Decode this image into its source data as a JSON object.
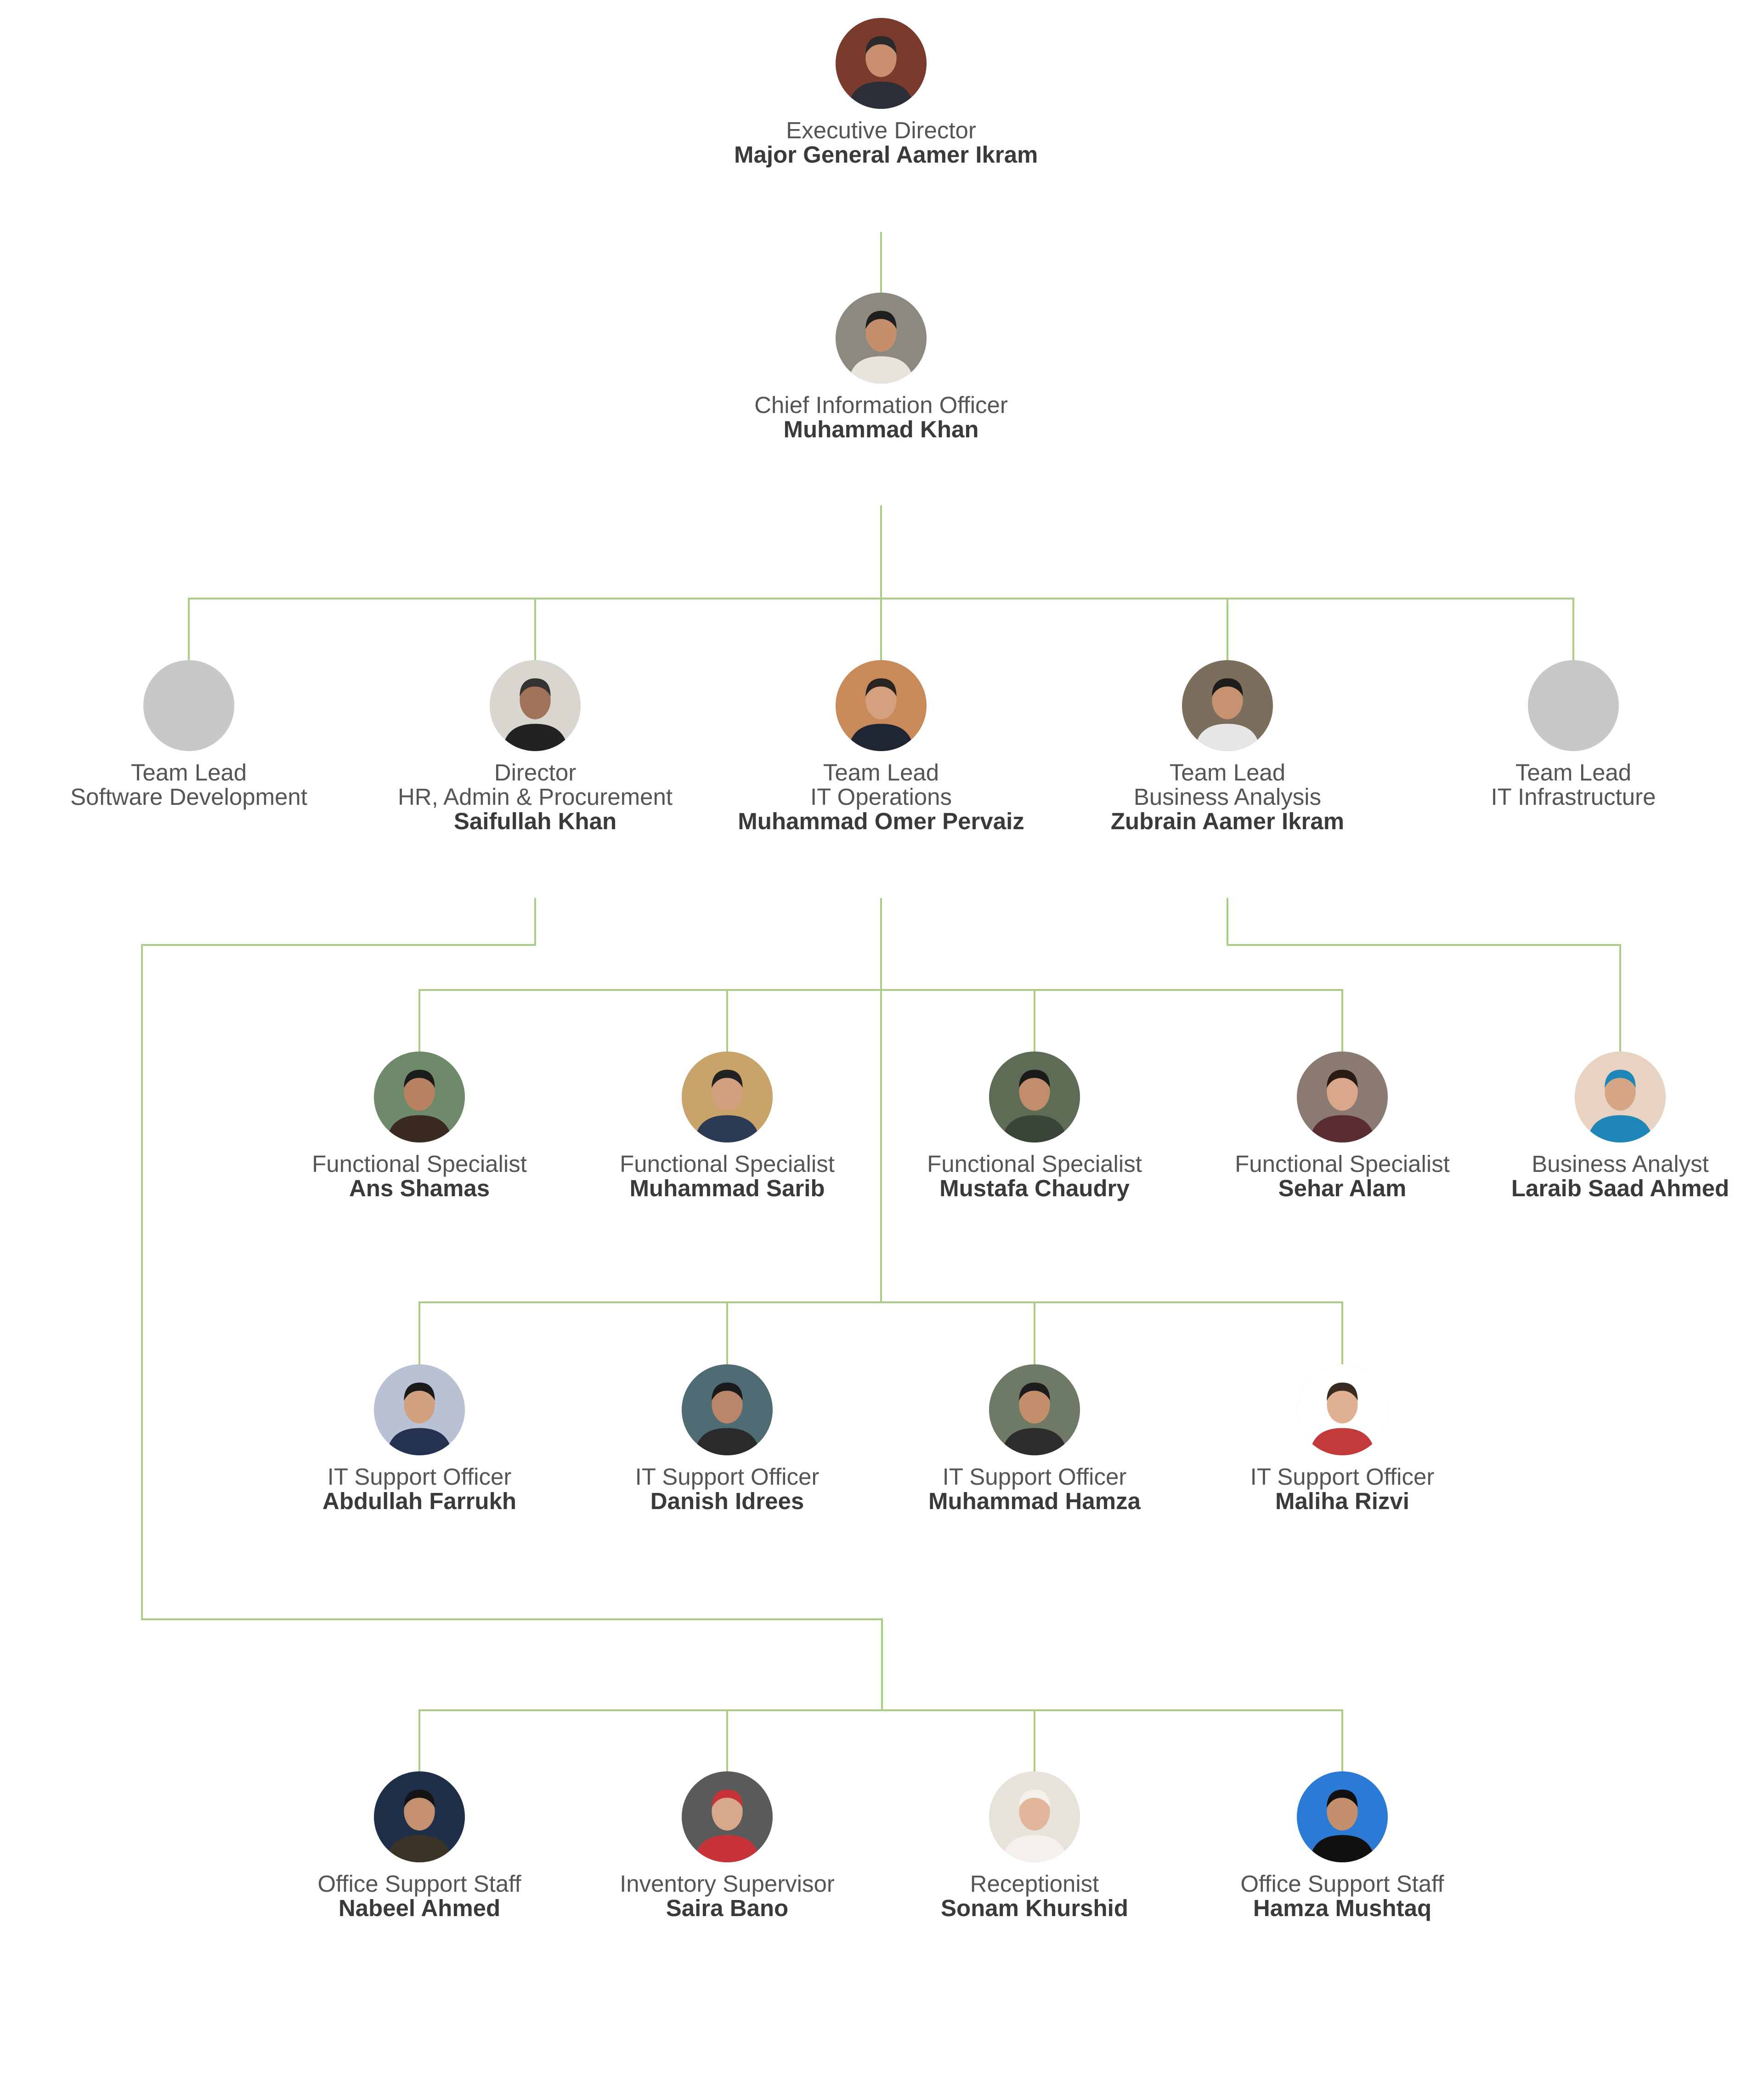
{
  "line_color": "#a9cd85",
  "placeholder_color": "#c8c8c8",
  "nodes": [
    {
      "id": "executive-director",
      "roles": [
        "Executive Director"
      ],
      "name": "Major General Aamer Ikram",
      "photo": true,
      "bg": "#7a3a2c",
      "skin": "#c98f6e",
      "hair": "#2a2a2a",
      "shirt": "#2d2f38"
    },
    {
      "id": "chief-information-officer",
      "roles": [
        "Chief Information Officer"
      ],
      "name": "Muhammad Khan",
      "photo": true,
      "bg": "#8c8a80",
      "skin": "#c48f6a",
      "hair": "#1e1e1e",
      "shirt": "#e8e4dc"
    },
    {
      "id": "team-lead-software-development",
      "roles": [
        "Team Lead",
        "Software Development"
      ],
      "name": "",
      "photo": false
    },
    {
      "id": "director-hr-admin-procurement",
      "roles": [
        "Director",
        "HR, Admin & Procurement"
      ],
      "name": "Saifullah Khan",
      "photo": true,
      "bg": "#d9d6d0",
      "skin": "#a0725a",
      "hair": "#333333",
      "shirt": "#222222"
    },
    {
      "id": "team-lead-it-operations",
      "roles": [
        "Team Lead",
        "IT Operations"
      ],
      "name": "Muhammad Omer Pervaiz",
      "photo": true,
      "bg": "#c98a5a",
      "skin": "#d4a07e",
      "hair": "#2a2420",
      "shirt": "#1f2533"
    },
    {
      "id": "team-lead-business-analysis",
      "roles": [
        "Team Lead",
        "Business Analysis"
      ],
      "name": "Zubrain Aamer Ikram",
      "photo": true,
      "bg": "#7c6e5c",
      "skin": "#c69270",
      "hair": "#1c1c1c",
      "shirt": "#e6e6e6"
    },
    {
      "id": "team-lead-it-infrastructure",
      "roles": [
        "Team Lead",
        "IT Infrastructure"
      ],
      "name": "",
      "photo": false
    },
    {
      "id": "functional-specialist-ans-shamas",
      "roles": [
        "Functional Specialist"
      ],
      "name": "Ans Shamas",
      "photo": true,
      "bg": "#6f8a6a",
      "skin": "#b98362",
      "hair": "#1c1c1c",
      "shirt": "#3a2a22"
    },
    {
      "id": "functional-specialist-muhammad-sarib",
      "roles": [
        "Functional Specialist"
      ],
      "name": "Muhammad Sarib",
      "photo": true,
      "bg": "#c8a46a",
      "skin": "#d2a080",
      "hair": "#222222",
      "shirt": "#2b3a55"
    },
    {
      "id": "functional-specialist-mustafa-chaudry",
      "roles": [
        "Functional Specialist"
      ],
      "name": "Mustafa Chaudry",
      "photo": true,
      "bg": "#5e6b55",
      "skin": "#c28d6b",
      "hair": "#1a1a1a",
      "shirt": "#3b4438"
    },
    {
      "id": "functional-specialist-sehar-alam",
      "roles": [
        "Functional Specialist"
      ],
      "name": "Sehar Alam",
      "photo": true,
      "bg": "#8a7a72",
      "skin": "#d9a88a",
      "hair": "#2a1a14",
      "shirt": "#5a2d33"
    },
    {
      "id": "business-analyst-laraib-saad-ahmed",
      "roles": [
        "Business Analyst"
      ],
      "name": "Laraib Saad Ahmed",
      "photo": true,
      "bg": "#e8d3c2",
      "skin": "#d6a586",
      "hair": "#1f86b8",
      "shirt": "#1f86b8"
    },
    {
      "id": "it-support-officer-abdullah-farrukh",
      "roles": [
        "IT Support Officer"
      ],
      "name": "Abdullah Farrukh",
      "photo": true,
      "bg": "#b8c2d4",
      "skin": "#d1a07f",
      "hair": "#1a1a1a",
      "shirt": "#24324f"
    },
    {
      "id": "it-support-officer-danish-idrees",
      "roles": [
        "IT Support Officer"
      ],
      "name": "Danish Idrees",
      "photo": true,
      "bg": "#4f6b74",
      "skin": "#b9866a",
      "hair": "#1a1a1a",
      "shirt": "#2a2a2a"
    },
    {
      "id": "it-support-officer-muhammad-hamza",
      "roles": [
        "IT Support Officer"
      ],
      "name": "Muhammad Hamza",
      "photo": true,
      "bg": "#6e7a66",
      "skin": "#c38f6c",
      "hair": "#1d1d1d",
      "shirt": "#2d2d2d"
    },
    {
      "id": "it-support-officer-maliha-rizvi",
      "roles": [
        "IT Support Officer"
      ],
      "name": "Maliha Rizvi",
      "photo": true,
      "bg": "#ffffff",
      "skin": "#e0b093",
      "hair": "#3a2a22",
      "shirt": "#c23a3a"
    },
    {
      "id": "office-support-staff-nabeel-ahmed",
      "roles": [
        "Office Support Staff"
      ],
      "name": "Nabeel Ahmed",
      "photo": true,
      "bg": "#1f2f4a",
      "skin": "#c49070",
      "hair": "#141414",
      "shirt": "#3b3326"
    },
    {
      "id": "inventory-supervisor-saira-bano",
      "roles": [
        "Inventory Supervisor"
      ],
      "name": "Saira Bano",
      "photo": true,
      "bg": "#5a5a5a",
      "skin": "#d8a88a",
      "hair": "#c8333a",
      "shirt": "#c8333a"
    },
    {
      "id": "receptionist-sonam-khurshid",
      "roles": [
        "Receptionist"
      ],
      "name": "Sonam Khurshid",
      "photo": true,
      "bg": "#e7e2da",
      "skin": "#e2b69a",
      "hair": "#f4f1ec",
      "shirt": "#f4f1ec"
    },
    {
      "id": "office-support-staff-hamza-mushtaq",
      "roles": [
        "Office Support Staff"
      ],
      "name": "Hamza Mushtaq",
      "photo": true,
      "bg": "#2b7bd6",
      "skin": "#c48f6c",
      "hair": "#111111",
      "shirt": "#111111"
    }
  ]
}
